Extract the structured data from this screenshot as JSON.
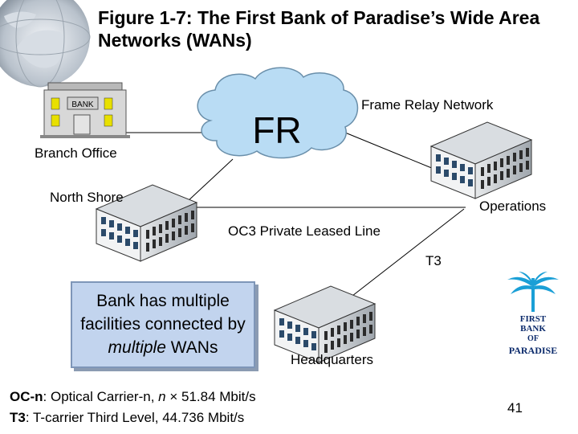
{
  "title": "Figure 1-7: The First Bank of Paradise’s Wide Area Networks (WANs)",
  "cloud": {
    "text": "FR",
    "label": "Frame Relay Network"
  },
  "sites": {
    "branch": {
      "sign": "BANK",
      "label": "Branch Office"
    },
    "north": "North Shore",
    "ops": "Operations",
    "hq": "Headquarters"
  },
  "links": {
    "oc3": "OC3 Private Leased Line",
    "t3": "T3"
  },
  "callout": {
    "before": "Bank has multiple facilities connected by ",
    "emph": "multiple",
    "after": " WANs"
  },
  "notes": [
    {
      "term": "OC-n",
      "text": ": Optical Carrier-n, ",
      "var": "n",
      "rest": " × 51.84 Mbit/s"
    },
    {
      "term": "T3",
      "text": ": T-carrier Third Level, 44.736 Mbit/s"
    }
  ],
  "logo": {
    "line1": "FIRST",
    "line2": "BANK",
    "line3": "OF",
    "line4": "PARADISE"
  },
  "page_number": "41"
}
